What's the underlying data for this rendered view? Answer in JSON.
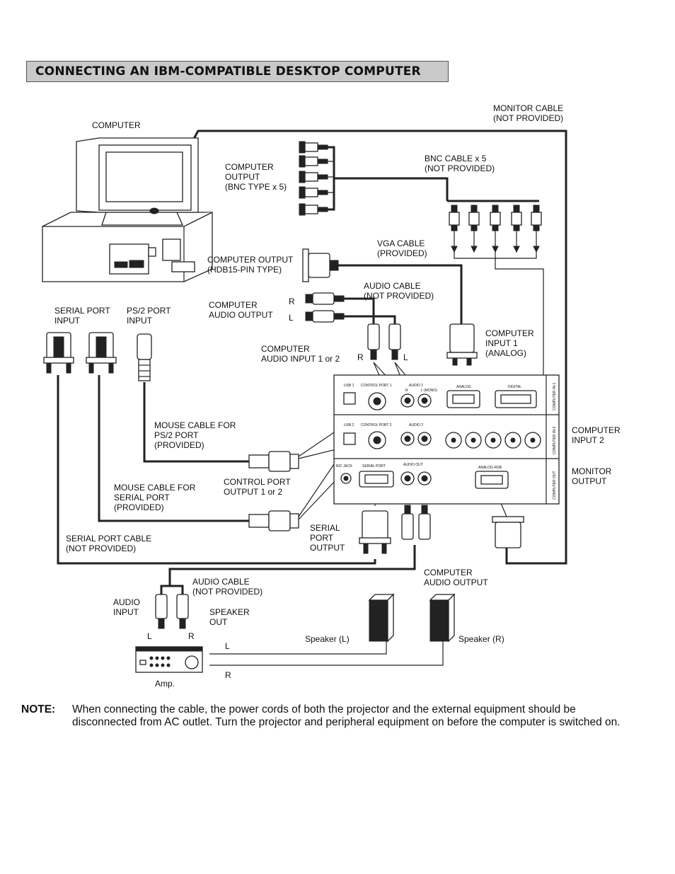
{
  "title": "CONNECTING AN IBM-COMPATIBLE DESKTOP COMPUTER",
  "labels": {
    "computer": "COMPUTER",
    "monitor_cable_1": "MONITOR CABLE",
    "monitor_cable_2": "(NOT PROVIDED)",
    "computer_output_bnc_1": "COMPUTER",
    "computer_output_bnc_2": "OUTPUT",
    "computer_output_bnc_3": "(BNC TYPE x 5)",
    "bnc_cable_1": "BNC CABLE x 5",
    "bnc_cable_2": "(NOT PROVIDED)",
    "vga_cable_1": "VGA CABLE",
    "vga_cable_2": "(PROVIDED)",
    "computer_output_hdb_1": "COMPUTER OUTPUT",
    "computer_output_hdb_2": "(HDB15-PIN TYPE)",
    "audio_cable_top_1": "AUDIO CABLE",
    "audio_cable_top_2": "(NOT PROVIDED)",
    "computer_audio_output_1": "COMPUTER",
    "computer_audio_output_2": "AUDIO OUTPUT",
    "r_top": "R",
    "l_top": "L",
    "serial_port_input_1": "SERIAL PORT",
    "serial_port_input_2": "INPUT",
    "ps2_port_input_1": "PS/2 PORT",
    "ps2_port_input_2": "INPUT",
    "computer_input_1_a": "COMPUTER",
    "computer_input_1_b": "INPUT 1",
    "computer_input_1_c": "(ANALOG)",
    "computer_audio_input_1": "COMPUTER",
    "computer_audio_input_2": "AUDIO INPUT 1 or 2",
    "r_mid": "R",
    "l_mid": "L",
    "mouse_ps2_1": "MOUSE CABLE FOR",
    "mouse_ps2_2": "PS/2 PORT",
    "mouse_ps2_3": "(PROVIDED)",
    "computer_input_2_a": "COMPUTER",
    "computer_input_2_b": "INPUT 2",
    "control_port_1": "CONTROL PORT",
    "control_port_2": "OUTPUT 1 or 2",
    "mouse_serial_1": "MOUSE CABLE FOR",
    "mouse_serial_2": "SERIAL PORT",
    "mouse_serial_3": "(PROVIDED)",
    "monitor_output_1": "MONITOR",
    "monitor_output_2": "OUTPUT",
    "serial_port_cable_1": "SERIAL PORT CABLE",
    "serial_port_cable_2": "(NOT PROVIDED)",
    "serial_port_output_1": "SERIAL",
    "serial_port_output_2": "PORT",
    "serial_port_output_3": "OUTPUT",
    "computer_audio_output_b_1": "COMPUTER",
    "computer_audio_output_b_2": "AUDIO OUTPUT",
    "audio_cable_bottom_1": "AUDIO CABLE",
    "audio_cable_bottom_2": "(NOT PROVIDED)",
    "audio_input_1": "AUDIO",
    "audio_input_2": "INPUT",
    "speaker_out_1": "SPEAKER",
    "speaker_out_2": "OUT",
    "l_amp": "L",
    "r_amp": "R",
    "l_line": "L",
    "r_line": "R",
    "speaker_l": "Speaker (L)",
    "speaker_r": "Speaker (R)",
    "amp": "Amp."
  },
  "panel": {
    "usb1": "USB 1",
    "control_port_1": "CONTROL PORT 1",
    "audio1": "AUDIO 1",
    "r": "R",
    "l_mono": "L (MONO)",
    "analog": "ANALOG",
    "digital": "DIGITAL",
    "computer_in_1": "COMPUTER IN-1",
    "usb2": "USB 2",
    "control_port_2": "CONTROL PORT 2",
    "audio2": "AUDIO 2",
    "computer_in_2": "COMPUTER IN-2",
    "rc_jack": "R/C JACK",
    "serial_port": "SERIAL PORT",
    "audio_out": "AUDIO OUT",
    "analog_rgb": "ANALOG RGB",
    "computer_out": "COMPUTER OUT"
  },
  "note": {
    "label": "NOTE:",
    "text": "When connecting the cable, the power cords of both the projector and the external equipment should be disconnected from AC outlet. Turn the projector and peripheral equipment on before the computer is switched on."
  }
}
